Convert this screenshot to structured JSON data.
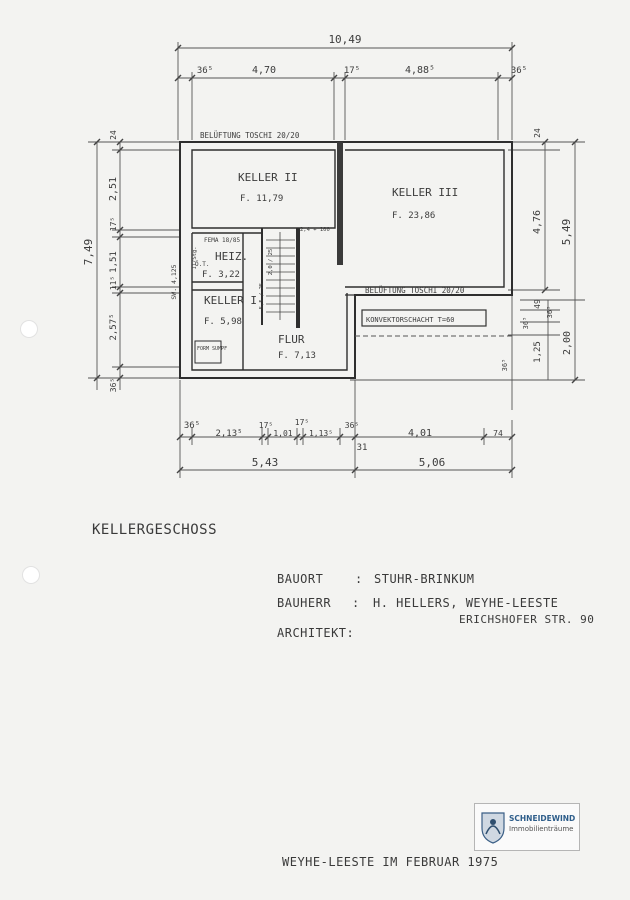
{
  "plan": {
    "dimensions": {
      "total_width": "10,49",
      "top_segments": [
        "36⁵",
        "4,70",
        "17⁵",
        "4,88⁵",
        "36⁵"
      ],
      "bottom_segments": [
        "36⁵",
        "2,13⁵",
        "17⁵",
        "1,01",
        "17⁵",
        "1,13⁵",
        "36⁵",
        "4,01",
        "74"
      ],
      "bottom_totals": [
        "5,43",
        "5,06"
      ],
      "bottom_extra": "31",
      "left_total": "7,49",
      "left_segments": [
        "24",
        "2,51",
        "17⁵",
        "1,51",
        "11⁵",
        "2,57⁵",
        "36⁵"
      ],
      "right_outer": "5,49",
      "right_inner": "4,76",
      "right_top": "24",
      "right_lower": [
        "2,00",
        "1,25",
        "36⁵",
        "49",
        "36⁵"
      ],
      "right_step": "36⁵",
      "sw_height": "SW. 4,125",
      "stair_note": "11/Stg.",
      "stair_small": "2,0 / 25",
      "rise": "5,5 / 25"
    },
    "vent_labels": [
      "BELÜFTUNG TOSCHI 20/20",
      "BELÜFTUNG TOSCHI 20/20"
    ],
    "konvektor": "KONVEKTORSCHACHT  T=60",
    "rooms": [
      {
        "name": "KELLER II",
        "area": "F. 11,79"
      },
      {
        "name": "KELLER III",
        "area": "F. 23,86"
      },
      {
        "name": "HEIZ.",
        "area": "F. 3,22"
      },
      {
        "name": "KELLER I",
        "area": "F. 5,98"
      },
      {
        "name": "FLUR",
        "area": "F. 7,13"
      }
    ],
    "small_labels": [
      "FEMA 18/85",
      "Ö.T.",
      "FORM SUMPF",
      "2,4 + 100"
    ]
  },
  "title": "KELLERGESCHOSS",
  "info": {
    "bauort_label": "BAUORT",
    "bauort_sep": ":",
    "bauort_value": "STUHR-BRINKUM",
    "bauherr_label": "BAUHERR",
    "bauherr_sep": ":",
    "bauherr_value": "H. HELLERS, WEYHE-LEESTE",
    "bauherr_address": "ERICHSHOFER STR. 90",
    "architekt_label": "ARCHITEKT:"
  },
  "footer": "WEYHE-LEESTE  IM  FEBRUAR  1975",
  "logo": {
    "name": "SCHNEIDEWIND",
    "sub": "Immobilienträume"
  }
}
